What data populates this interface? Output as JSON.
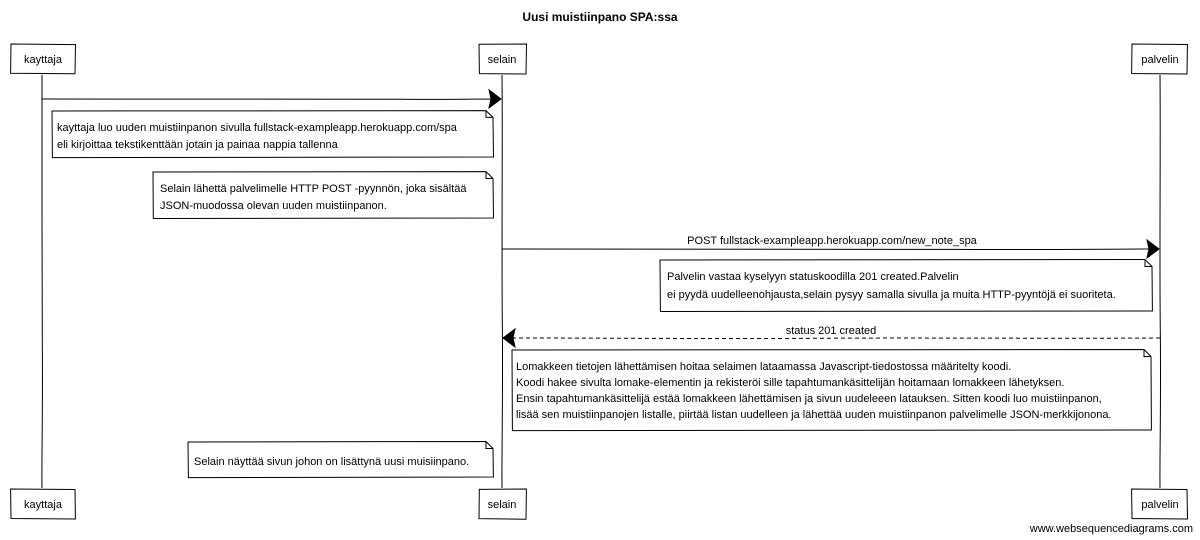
{
  "diagram": {
    "title": "Uusi muistiinpano SPA:ssa",
    "credit": "www.websequencediagrams.com",
    "participants": [
      {
        "id": "kayttaja",
        "label": "kayttaja"
      },
      {
        "id": "selain",
        "label": "selain"
      },
      {
        "id": "palvelin",
        "label": "palvelin"
      }
    ],
    "messages": [
      {
        "from": "kayttaja",
        "to": "selain",
        "label": "",
        "style": "solid"
      },
      {
        "from": "selain",
        "to": "palvelin",
        "label": "POST fullstack-exampleapp.herokuapp.com/new_note_spa",
        "style": "solid"
      },
      {
        "from": "palvelin",
        "to": "selain",
        "label": "status 201 created",
        "style": "dashed"
      }
    ],
    "notes": [
      {
        "lines": [
          "kayttaja  luo uuden muistiinpanon sivulla fullstack-exampleapp.herokuapp.com/spa",
          "eli kirjoittaa tekstikenttään jotain ja painaa nappia tallenna"
        ]
      },
      {
        "lines": [
          "Selain lähettä palvelimelle HTTP POST -pyynnön, joka sisältää",
          "JSON-muodossa olevan uuden muistiinpanon."
        ]
      },
      {
        "lines": [
          "Palvelin vastaa kyselyyn statuskoodilla 201 created.Palvelin",
          "ei pyydä uudelleenohjausta,selain pysyy samalla sivulla ja muita HTTP-pyyntöjä ei suoriteta."
        ]
      },
      {
        "lines": [
          "Lomakkeen tietojen lähettämisen hoitaa selaimen lataamassa Javascript-tiedostossa määritelty koodi.",
          "Koodi hakee sivulta lomake-elementin ja rekisteröi sille tapahtumankäsittelijän hoitamaan lomakkeen lähetyksen.",
          "Ensin tapahtumankäsittelijä estää lomakkeen lähettämisen ja sivun uudeleeen latauksen. Sitten koodi luo muistiinpanon,",
          "lisää sen muistiinpanojen listalle, piirtää listan uudelleen ja lähettää uuden muistiinpanon palvelimelle JSON-merkkijonona."
        ]
      },
      {
        "lines": [
          "Selain näyttää sivun johon on lisättynä uusi muisiinpano."
        ]
      }
    ]
  }
}
